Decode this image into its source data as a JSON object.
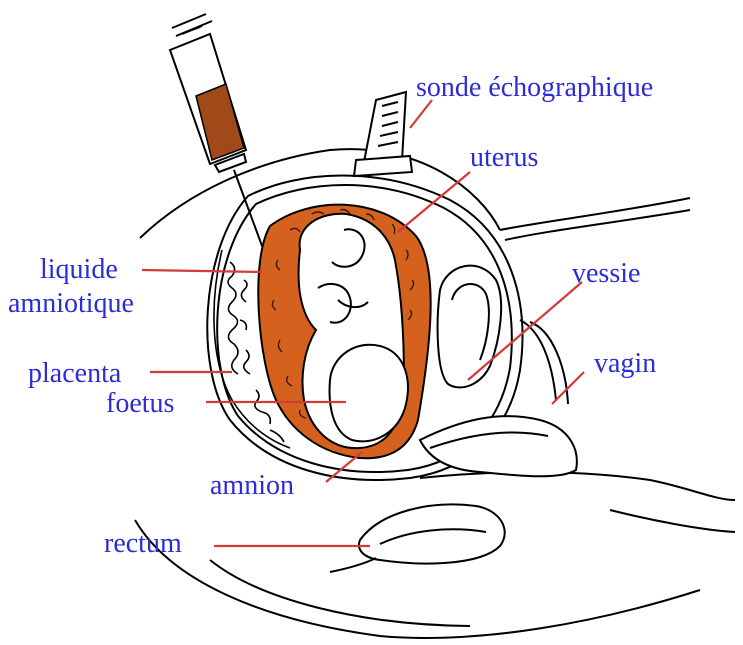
{
  "labels": {
    "sonde": "sonde échographique",
    "uterus": "uterus",
    "liquide_line1": "liquide",
    "liquide_line2": "amniotique",
    "vessie": "vessie",
    "placenta": "placenta",
    "vagin": "vagin",
    "foetus": "foetus",
    "amnion": "amnion",
    "rectum": "rectum"
  },
  "colors": {
    "label_text": "#2c2cd6",
    "leader_line": "#d43a3a",
    "amniotic_fill": "#d4621e",
    "outline": "#000000",
    "background": "#ffffff"
  }
}
